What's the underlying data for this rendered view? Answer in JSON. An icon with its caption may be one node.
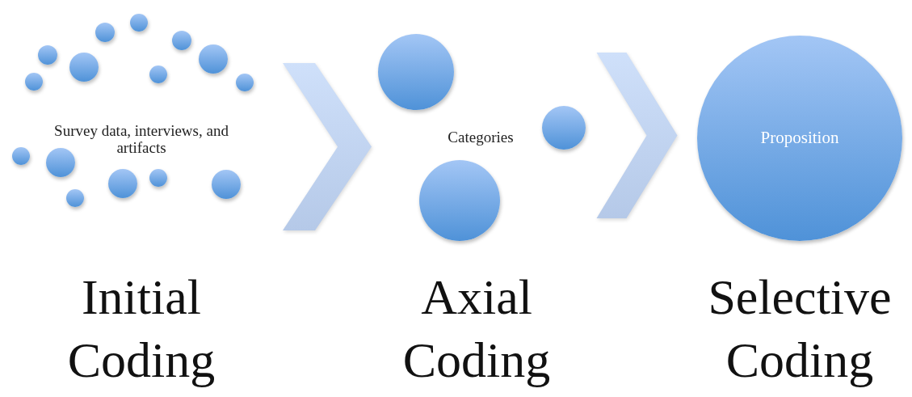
{
  "diagram": {
    "nodes": [
      {
        "text": [
          "Survey data, interviews, and artifacts"
        ]
      },
      {
        "text": [
          "Categories"
        ]
      },
      {
        "text": [
          "Proposition"
        ]
      },
      {
        "text": [],
        "shape": "circle"
      },
      {
        "text": [],
        "shape": "circle"
      },
      {
        "text": [],
        "shape": "circle"
      },
      {
        "text": [],
        "shape": "circle"
      },
      {
        "text": [],
        "shape": "circle"
      },
      {
        "text": [],
        "shape": "circle"
      },
      {
        "text": [],
        "shape": "circle"
      },
      {
        "text": [],
        "shape": "circle"
      },
      {
        "text": [],
        "shape": "circle"
      },
      {
        "text": [],
        "shape": "circle"
      },
      {
        "text": [],
        "shape": "circle"
      },
      {
        "text": [],
        "shape": "circle"
      },
      {
        "text": [],
        "shape": "circle"
      },
      {
        "text": [],
        "shape": "circle"
      },
      {
        "text": [],
        "shape": "circle"
      },
      {
        "text": [],
        "shape": "circle"
      },
      {
        "text": [],
        "shape": "circle"
      },
      {
        "text": [],
        "shape": "circle"
      }
    ],
    "edges": [
      {
        "from": 0,
        "to": 1,
        "arrow": "to"
      },
      {
        "from": 1,
        "to": 2,
        "arrow": "to"
      }
    ],
    "labels": [
      "Initial Coding",
      "Axial Coding",
      "Selective Coding"
    ]
  }
}
